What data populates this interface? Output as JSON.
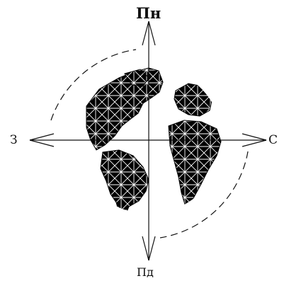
{
  "compass": {
    "north": "Пн",
    "south": "Пд",
    "west": "З",
    "east": "С"
  },
  "colors": {
    "ink": "#000000",
    "land_lines": "#ffffff",
    "background": "#ffffff"
  },
  "icons": {
    "globe": "globe-icon",
    "arrows": "compass-arrow-icon",
    "orbit": "dashed-orbit-icon"
  }
}
